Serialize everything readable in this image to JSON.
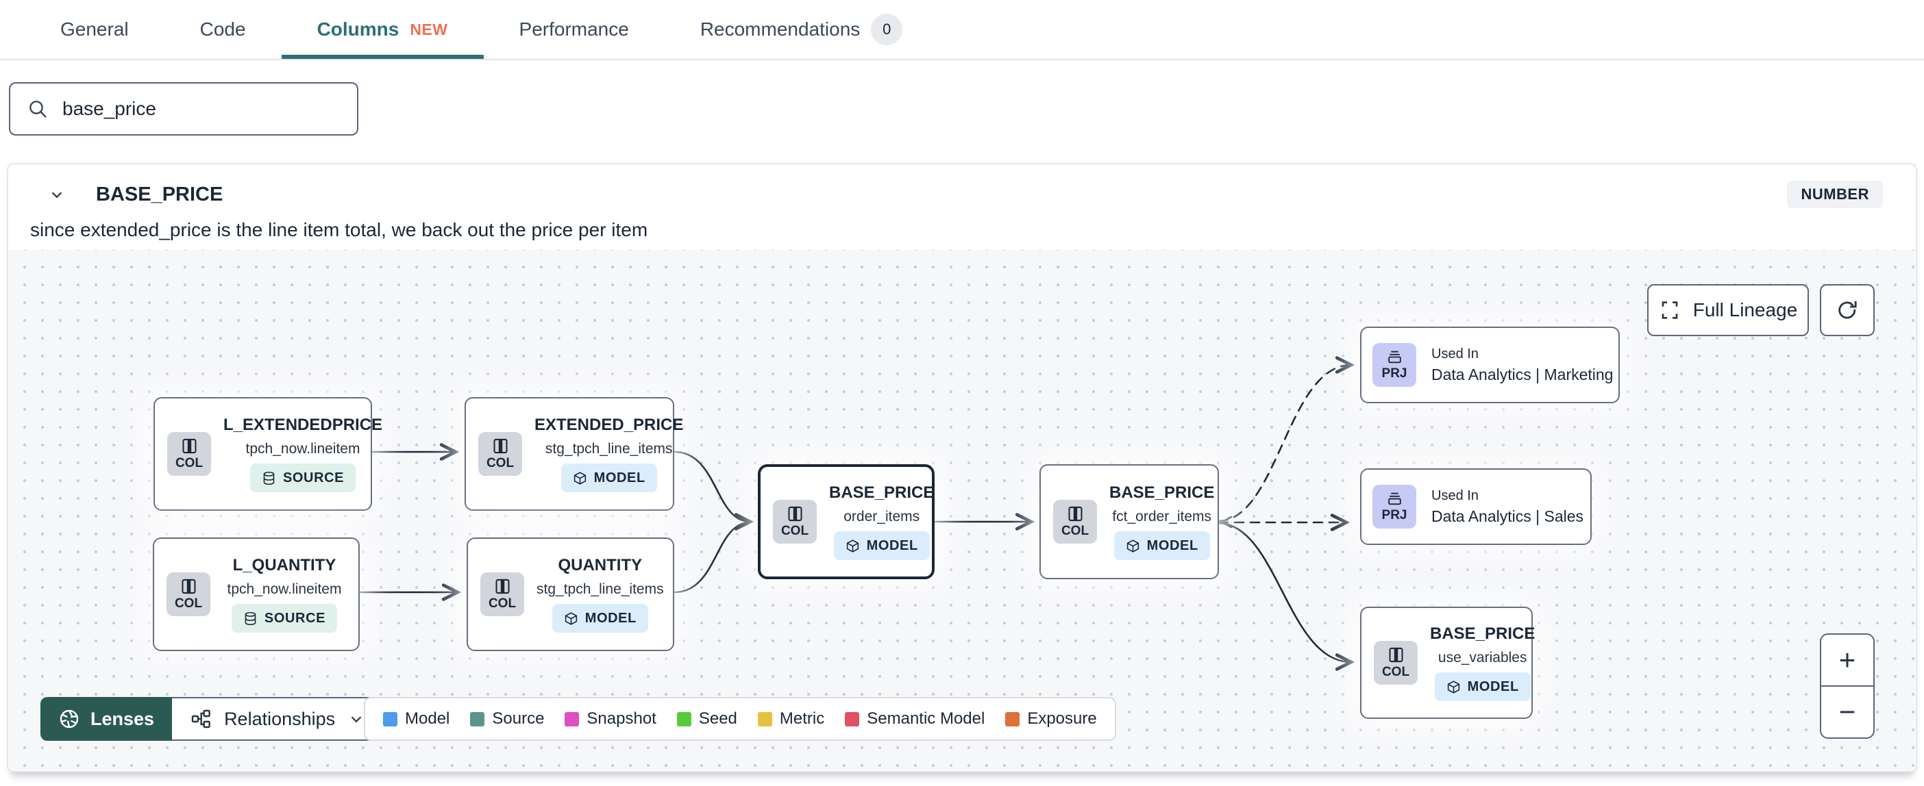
{
  "tabs": {
    "general": "General",
    "code": "Code",
    "columns": "Columns",
    "columns_badge": "NEW",
    "performance": "Performance",
    "recommendations": "Recommendations",
    "recommendations_count": "0"
  },
  "search": {
    "value": "base_price"
  },
  "column_panel": {
    "name": "BASE_PRICE",
    "data_type": "NUMBER",
    "description": "since extended_price is the line item total, we back out the price per item"
  },
  "lineage": {
    "full_lineage_label": "Full Lineage",
    "zoom_in": "+",
    "zoom_out": "−",
    "lenses_label": "Lenses",
    "relationships_label": "Relationships",
    "nodes": [
      {
        "badge": "COL",
        "title": "L_EXTENDEDPRICE",
        "subtitle": "tpch_now.lineitem",
        "resource": "SOURCE"
      },
      {
        "badge": "COL",
        "title": "EXTENDED_PRICE",
        "subtitle": "stg_tpch_line_items",
        "resource": "MODEL"
      },
      {
        "badge": "COL",
        "title": "L_QUANTITY",
        "subtitle": "tpch_now.lineitem",
        "resource": "SOURCE"
      },
      {
        "badge": "COL",
        "title": "QUANTITY",
        "subtitle": "stg_tpch_line_items",
        "resource": "MODEL"
      },
      {
        "badge": "COL",
        "title": "BASE_PRICE",
        "subtitle": "order_items",
        "resource": "MODEL",
        "selected": true
      },
      {
        "badge": "COL",
        "title": "BASE_PRICE",
        "subtitle": "fct_order_items",
        "resource": "MODEL"
      },
      {
        "badge": "PRJ",
        "kicker": "Used In",
        "title": "Data Analytics | Marketing"
      },
      {
        "badge": "PRJ",
        "kicker": "Used In",
        "title": "Data Analytics | Sales"
      },
      {
        "badge": "COL",
        "title": "BASE_PRICE",
        "subtitle": "use_variables",
        "resource": "MODEL"
      }
    ],
    "legend": [
      {
        "label": "Model",
        "color": "#4D9BEC"
      },
      {
        "label": "Source",
        "color": "#5C948E"
      },
      {
        "label": "Snapshot",
        "color": "#DD4FC3"
      },
      {
        "label": "Seed",
        "color": "#57CB3B"
      },
      {
        "label": "Metric",
        "color": "#E5C13D"
      },
      {
        "label": "Semantic Model",
        "color": "#E25063"
      },
      {
        "label": "Exposure",
        "color": "#DE7039"
      }
    ]
  },
  "colors": {
    "accent_teal": "#2E6F74",
    "new_badge_orange": "#ED7155",
    "lenses_green": "#2B5A53",
    "selected_node_border": "#1C2737",
    "edge": "#1E2A3A"
  }
}
